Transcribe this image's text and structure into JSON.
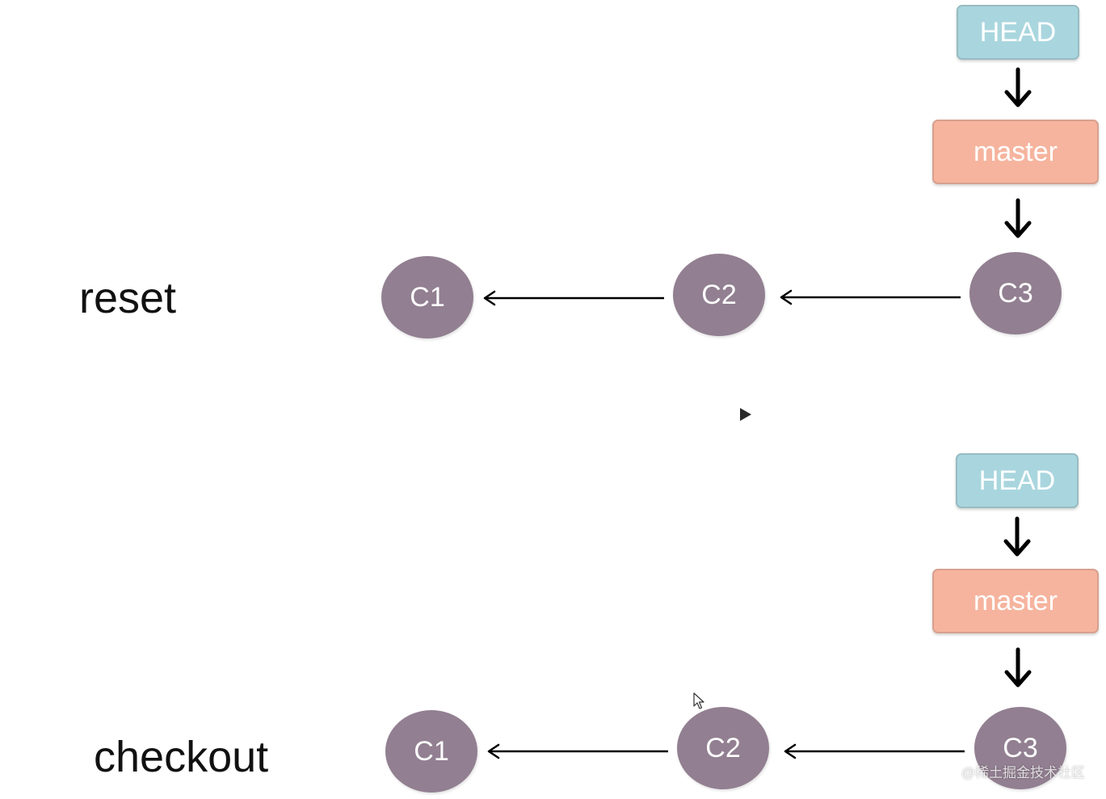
{
  "diagrams": [
    {
      "label": "reset",
      "commits": [
        "C1",
        "C2",
        "C3"
      ],
      "head_label": "HEAD",
      "branch_label": "master"
    },
    {
      "label": "checkout",
      "commits": [
        "C1",
        "C2",
        "C3"
      ],
      "head_label": "HEAD",
      "branch_label": "master"
    }
  ],
  "watermark": "@稀土掘金技术社区",
  "colors": {
    "commit": "#927f91",
    "head": "#a9d6de",
    "branch": "#f6b49e",
    "arrow": "#000000"
  }
}
